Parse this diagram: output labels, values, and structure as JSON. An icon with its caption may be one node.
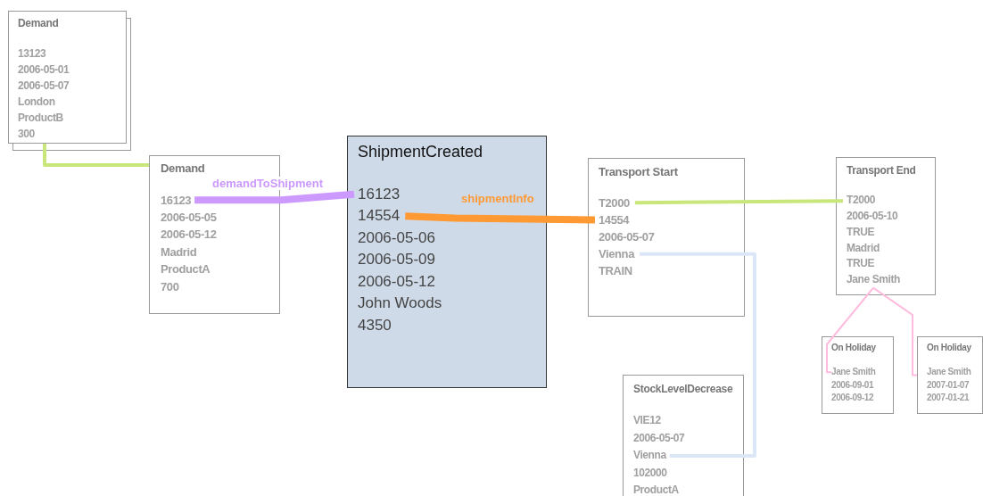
{
  "diagram": {
    "nodes": [
      {
        "text": [
          "Demand"
        ]
      },
      {
        "text": [
          "13123"
        ],
        "in": 0
      },
      {
        "text": [
          "2006-05-01"
        ],
        "in": 0
      },
      {
        "text": [
          "2006-05-07"
        ],
        "in": 0
      },
      {
        "text": [
          "London"
        ],
        "in": 0
      },
      {
        "text": [
          "ProductB"
        ],
        "in": 0
      },
      {
        "text": [
          "300"
        ],
        "in": 0
      },
      {
        "text": [
          "Demand"
        ]
      },
      {
        "text": [
          "16123"
        ],
        "in": 7
      },
      {
        "text": [
          "2006-05-05"
        ],
        "in": 7
      },
      {
        "text": [
          "2006-05-12"
        ],
        "in": 7
      },
      {
        "text": [
          "Madrid"
        ],
        "in": 7
      },
      {
        "text": [
          "ProductA"
        ],
        "in": 7
      },
      {
        "text": [
          "700"
        ],
        "in": 7
      },
      {
        "text": [
          "ShipmentCreated"
        ]
      },
      {
        "text": [
          "16123"
        ],
        "in": 14
      },
      {
        "text": [
          "14554"
        ],
        "in": 14
      },
      {
        "text": [
          "2006-05-06"
        ],
        "in": 14
      },
      {
        "text": [
          "2006-05-09"
        ],
        "in": 14
      },
      {
        "text": [
          "2006-05-12"
        ],
        "in": 14
      },
      {
        "text": [
          "John Woods"
        ],
        "in": 14
      },
      {
        "text": [
          "4350"
        ],
        "in": 14
      },
      {
        "text": [
          "Transport Start"
        ]
      },
      {
        "text": [
          "T2000"
        ],
        "in": 22
      },
      {
        "text": [
          "14554"
        ],
        "in": 22
      },
      {
        "text": [
          "2006-05-07"
        ],
        "in": 22
      },
      {
        "text": [
          "Vienna"
        ],
        "in": 22
      },
      {
        "text": [
          "TRAIN"
        ],
        "in": 22
      },
      {
        "text": [
          "Transport End"
        ]
      },
      {
        "text": [
          "T2000"
        ],
        "in": 28
      },
      {
        "text": [
          "2006-05-10"
        ],
        "in": 28
      },
      {
        "text": [
          "TRUE"
        ],
        "in": 28
      },
      {
        "text": [
          "Madrid"
        ],
        "in": 28
      },
      {
        "text": [
          "TRUE"
        ],
        "in": 28
      },
      {
        "text": [
          "Jane Smith"
        ],
        "in": 28
      },
      {
        "text": [
          "StockLevelDecrease"
        ]
      },
      {
        "text": [
          "VIE12"
        ],
        "in": 35
      },
      {
        "text": [
          "2006-05-07"
        ],
        "in": 35
      },
      {
        "text": [
          "Vienna"
        ],
        "in": 35
      },
      {
        "text": [
          "102000"
        ],
        "in": 35
      },
      {
        "text": [
          "ProductA"
        ],
        "in": 35
      },
      {
        "text": [
          "On Holiday"
        ]
      },
      {
        "text": [
          "Jane Smith"
        ],
        "in": 41
      },
      {
        "text": [
          "2006-09-01"
        ],
        "in": 41
      },
      {
        "text": [
          "2006-09-12"
        ],
        "in": 41
      },
      {
        "text": [
          "On Holiday"
        ]
      },
      {
        "text": [
          "Jane Smith"
        ],
        "in": 45
      },
      {
        "text": [
          "2007-01-07"
        ],
        "in": 45
      },
      {
        "text": [
          "2007-01-21"
        ],
        "in": 45
      }
    ],
    "edges": [
      {
        "from": 0,
        "to": 7,
        "arrow": "none",
        "color": "#c8e67a"
      },
      {
        "from": 8,
        "to": 15,
        "arrow": "none",
        "label": "demandToShipment",
        "style": "thick",
        "color": "#cc99ff"
      },
      {
        "from": 16,
        "to": 24,
        "arrow": "none",
        "label": "shipmentInfo",
        "style": "thick",
        "color": "#ff9933"
      },
      {
        "from": 23,
        "to": 29,
        "arrow": "none",
        "color": "#c8e67a"
      },
      {
        "from": 26,
        "to": 38,
        "arrow": "none",
        "color": "#dbe7f7"
      },
      {
        "from": 34,
        "to": 42,
        "arrow": "none",
        "color": "#ffbbdd"
      },
      {
        "from": 34,
        "to": 45,
        "arrow": "none",
        "color": "#ffbbdd"
      }
    ]
  }
}
